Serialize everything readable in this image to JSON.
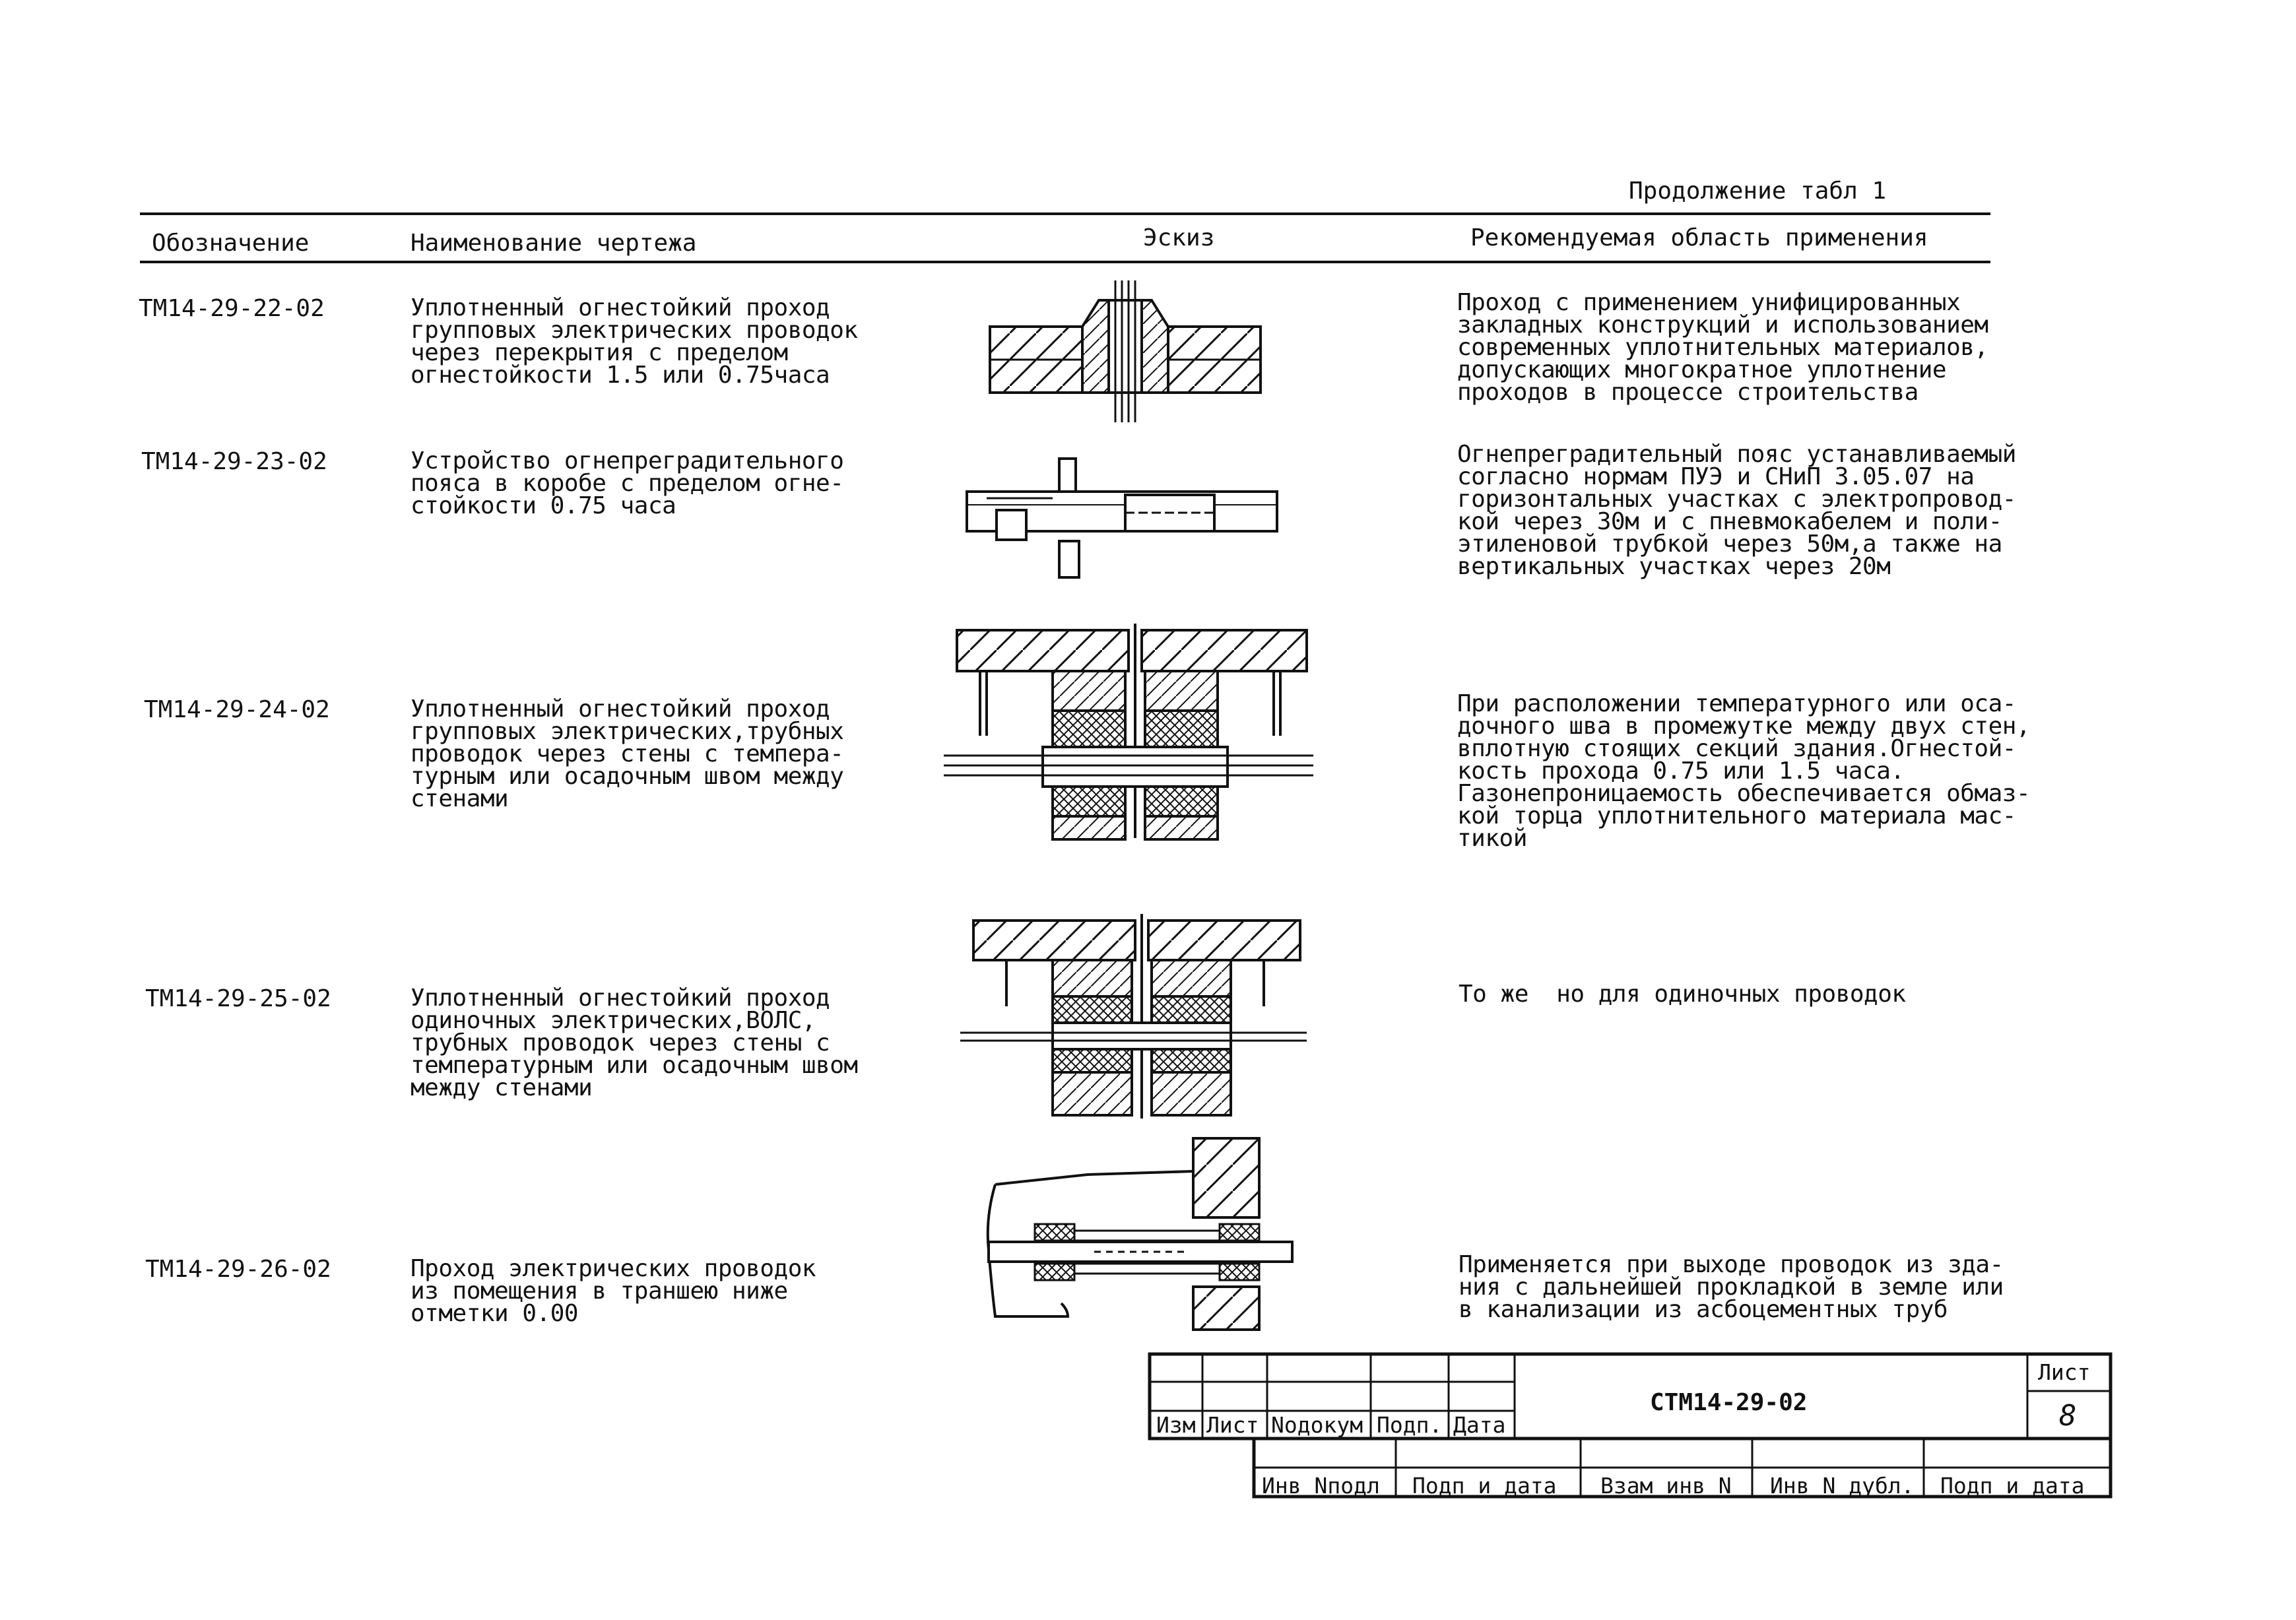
{
  "continuation": "Продолжение табл 1",
  "headers": {
    "designation": "Обозначение",
    "name": "Наименование чертежа",
    "sketch": "Эскиз",
    "application": "Рекомендуемая область применения"
  },
  "rows": [
    {
      "code": "ТМ14-29-22-02",
      "name": "Уплотненный огнестойкий проход\nгрупповых электрических проводок\nчерез перекрытия с пределом\nогнестойкости 1.5 или 0.75часа",
      "application": "Проход с применением унифицированных\nзакладных конструкций и использованием\nсовременных уплотнительных материалов,\nдопускающих многократное уплотнение\nпроходов в процессе строительства"
    },
    {
      "code": "ТМ14-29-23-02",
      "name": "Устройство огнепреградительного\nпояса в коробе с пределом огне-\nстойкости 0.75 часа",
      "application": "Огнепреградительный пояс устанавливаемый\nсогласно нормам ПУЭ и СНиП 3.05.07 на\nгоризонтальных участках с электропровод-\nкой через 30м и с пневмокабелем и поли-\nэтиленовой трубкой через 50м,а также на\nвертикальных участках через 20м"
    },
    {
      "code": "ТМ14-29-24-02",
      "name": "Уплотненный огнестойкий проход\nгрупповых электрических,трубных\nпроводок через стены с темпера-\nтурным или осадочным швом между\nстенами",
      "application": "При расположении температурного или оса-\nдочного шва в промежутке между двух стен,\nвплотную стоящих секций здания.Огнестой-\nкость прохода 0.75 или 1.5 часа.\nГазонепроницаемость обеспечивается обмаз-\nкой торца уплотнительного материала мас-\nтикой"
    },
    {
      "code": "ТМ14-29-25-02",
      "name": "Уплотненный огнестойкий проход\nодиночных электрических,ВОЛС,\nтрубных проводок через стены с\nтемпературным или осадочным швом\nмежду стенами",
      "application": "То же  но для одиночных проводок"
    },
    {
      "code": "ТМ14-29-26-02",
      "name": "Проход электрических проводок\nиз помещения в траншею ниже\nотметки 0.00",
      "application": "Применяется при выходе проводок из зда-\nния с дальнейшей прокладкой в земле или\nв канализации из асбоцементных труб"
    }
  ],
  "stamp": {
    "cols": [
      "Изм",
      "Лист",
      "Nодокум",
      "Подп.",
      "Дата"
    ],
    "doc_code": "СТМ14-29-02",
    "sheet_label": "Лист",
    "sheet_number": "8",
    "bottom": [
      "Инв Nподл",
      "Подп и дата",
      "Взам инв N",
      "Инв N дубл.",
      "Подп и дата"
    ]
  }
}
